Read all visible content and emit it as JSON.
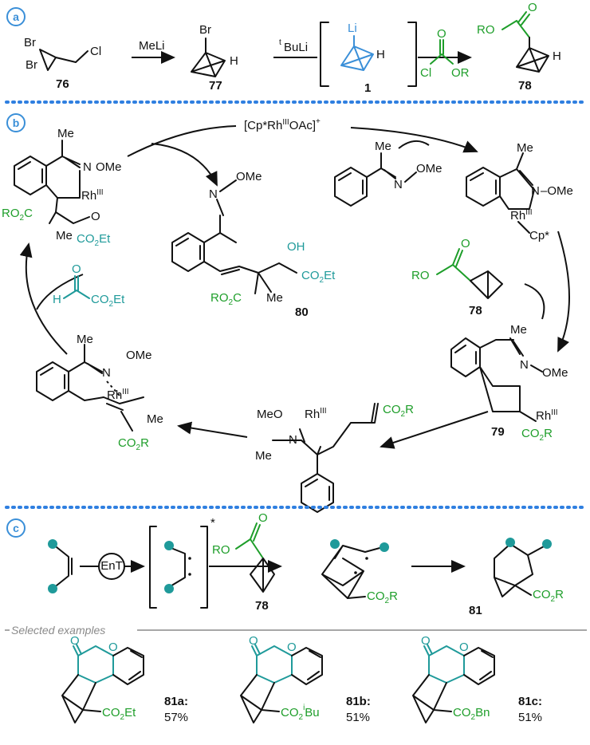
{
  "panels": {
    "a": "a",
    "b": "b",
    "c": "c"
  },
  "colors": {
    "accent_blue": "#3a8fd8",
    "green": "#1e9e2a",
    "teal": "#1f9a9a"
  },
  "panel_a": {
    "start_br1": "Br",
    "start_br2": "Br",
    "start_cl": "Cl",
    "start_num": "76",
    "reagent1": "MeLi",
    "int_br": "Br",
    "int_h": "H",
    "int_num": "77",
    "reagent2": "BuLi",
    "reagent2_sup": "t",
    "li": "Li",
    "li_h": "H",
    "li_num": "1",
    "cl": "Cl",
    "or": "OR",
    "o": "O",
    "prod_ro": "RO",
    "prod_o": "O",
    "prod_h": "H",
    "prod_num": "78"
  },
  "panel_b": {
    "catalyst": "[Cp*Rh",
    "catalyst_sup": "III",
    "catalyst_tail": "OAc]",
    "catalyst_charge": "+",
    "oxime_me": "Me",
    "oxime_n": "N",
    "oxime_ome": "OMe",
    "rhc_me": "Me",
    "rhc_n": "N",
    "rhc_ome": "–OMe",
    "rhc_rh": "Rh",
    "rhc_sup": "III",
    "rhc_cp": "Cp*",
    "bcb_ro": "RO",
    "bcb_o": "O",
    "bcb_num": "78",
    "cb_me": "Me",
    "cb_n": "N",
    "cb_ome": "OMe",
    "cb_rh": "Rh",
    "cb_sup": "III",
    "cb_co2r": "CO",
    "cb_co2r_sub": "2",
    "cb_co2r_tail": "R",
    "cb_num": "79",
    "allyl_meo": "MeO",
    "allyl_n": "N",
    "allyl_rh": "Rh",
    "allyl_sup": "III",
    "allyl_co2r": "CO",
    "allyl_sub": "2",
    "allyl_tail": "R",
    "allyl_me": "Me",
    "diene_me": "Me",
    "diene_n": "N",
    "diene_ome": "OMe",
    "diene_rh": "Rh",
    "diene_sup": "III",
    "diene_me2": "Me",
    "diene_co2r": "CO",
    "diene_sub": "2",
    "diene_tail": "R",
    "glyox_h": "H",
    "glyox_co2et": "CO",
    "glyox_sub": "2",
    "glyox_tail": "Et",
    "glyox_o": "O",
    "ts_n": "N",
    "ts_ome": "OMe",
    "ts_me": "Me",
    "ts_rh": "Rh",
    "ts_sup": "III",
    "ts_ro2c": "RO",
    "ts_ro2c_sub": "2",
    "ts_ro2c_tail": "C",
    "ts_me2": "Me",
    "ts_o": "O",
    "ts_co2et": "CO",
    "ts_co2et_sub": "2",
    "ts_co2et_tail": "Et",
    "prod_n": "N",
    "prod_ome": "OMe",
    "prod_oh": "OH",
    "prod_co2et": "CO",
    "prod_sub": "2",
    "prod_tail": "Et",
    "prod_ro2c": "RO",
    "prod_ro2c_sub": "2",
    "prod_ro2c_tail": "C",
    "prod_me": "Me",
    "prod_num": "80"
  },
  "panel_c": {
    "ent": "EnT",
    "star": "*",
    "bcb_ro": "RO",
    "bcb_o": "O",
    "bcb_num": "78",
    "rad_co2r": "CO",
    "rad_sub": "2",
    "rad_tail": "R",
    "prod_co2r": "CO",
    "prod_sub": "2",
    "prod_tail": "R",
    "prod_num": "81",
    "selected": "Selected examples",
    "examples": [
      {
        "ester": "CO",
        "ester_sub": "2",
        "ester_tail": "Et",
        "ester_sup": "",
        "label": "81a:",
        "yield": "57%"
      },
      {
        "ester": "CO",
        "ester_sub": "2",
        "ester_tail": "Bu",
        "ester_sup": "i",
        "label": "81b:",
        "yield": "51%"
      },
      {
        "ester": "CO",
        "ester_sub": "2",
        "ester_tail": "Bn",
        "ester_sup": "",
        "label": "81c:",
        "yield": "51%"
      }
    ],
    "ex_o1": "O",
    "ex_o2": "O"
  }
}
